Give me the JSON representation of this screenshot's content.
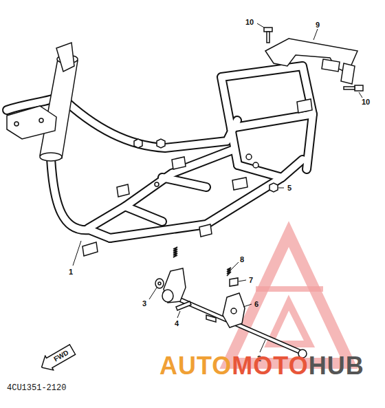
{
  "diagram": {
    "nodes": [
      {
        "text": [
          "FWD"
        ]
      }
    ],
    "labels": [
      "10",
      "9",
      "10",
      "5",
      "1",
      "8",
      "7",
      "3",
      "6",
      "4",
      "2",
      "4CU1351-2120",
      "AUTO",
      "MOTO",
      "HUB"
    ]
  }
}
